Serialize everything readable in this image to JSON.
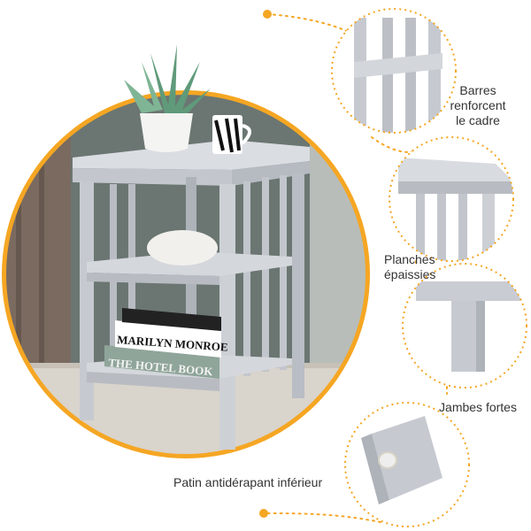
{
  "labels": {
    "barres": "Barres\nrenforcent\nle cadre",
    "planches": "Planches\népaissies",
    "jambes": "Jambes fortes",
    "patin": "Patin antidérapant inférieur"
  },
  "books": {
    "top": "MARILYN MONROE",
    "bottom": "THE HOTEL BOOK"
  },
  "colors": {
    "accent": "#f5a623",
    "wood": "#c9ccd2",
    "wood_dark": "#a9adb4",
    "wall": "#5e6b67"
  }
}
